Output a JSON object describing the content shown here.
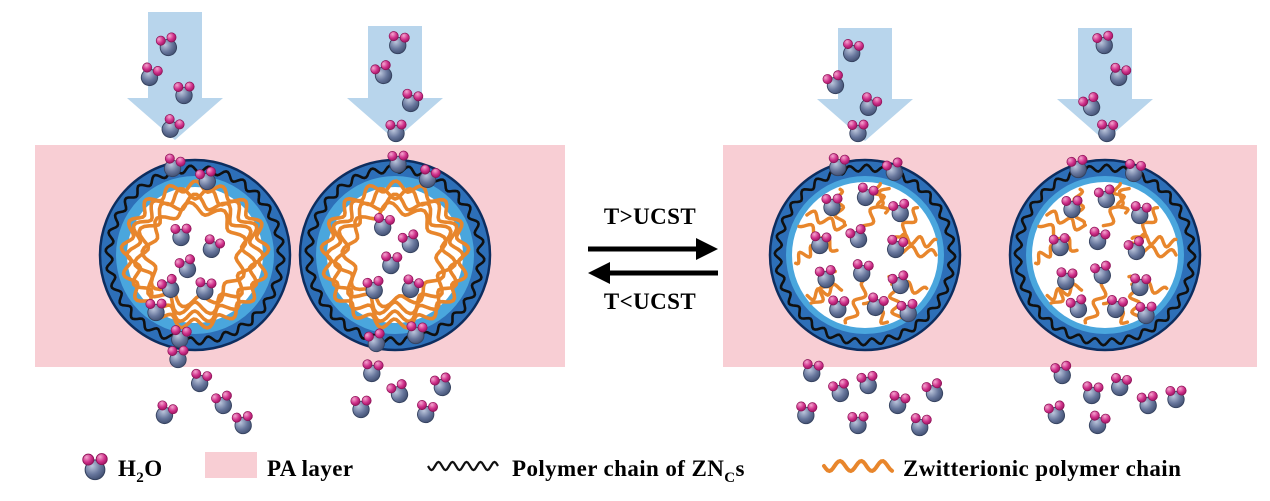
{
  "transition": {
    "forward": "T>UCST",
    "reverse": "T<UCST"
  },
  "legend": {
    "water": {
      "pre": "H",
      "sub": "2",
      "post": "O"
    },
    "pa_layer": "PA layer",
    "zncs": {
      "pre": "Polymer chain of ZN",
      "sub": "C",
      "post": "s"
    },
    "zwitterionic": "Zwitterionic polymer chain"
  },
  "colors": {
    "pa_layer": "#f8ced4",
    "flux_arrow": "#b8d5ec",
    "shell_outer": "#2d6fb8",
    "shell_inner": "#4aa6dd",
    "shell_edge": "#0d2d5e",
    "chain_black": "#101010",
    "chain_orange": "#e8862c",
    "oxygen_edge": "#35425f",
    "hydrogen_edge": "#8d1256",
    "arrow_black": "#000000"
  },
  "icons": {
    "water_molecule": "water-molecule-icon",
    "pa_swatch": "pa-layer-swatch",
    "zncs_chain": "zncs-chain-icon",
    "zwitterionic_chain": "zwitterionic-chain-icon"
  }
}
